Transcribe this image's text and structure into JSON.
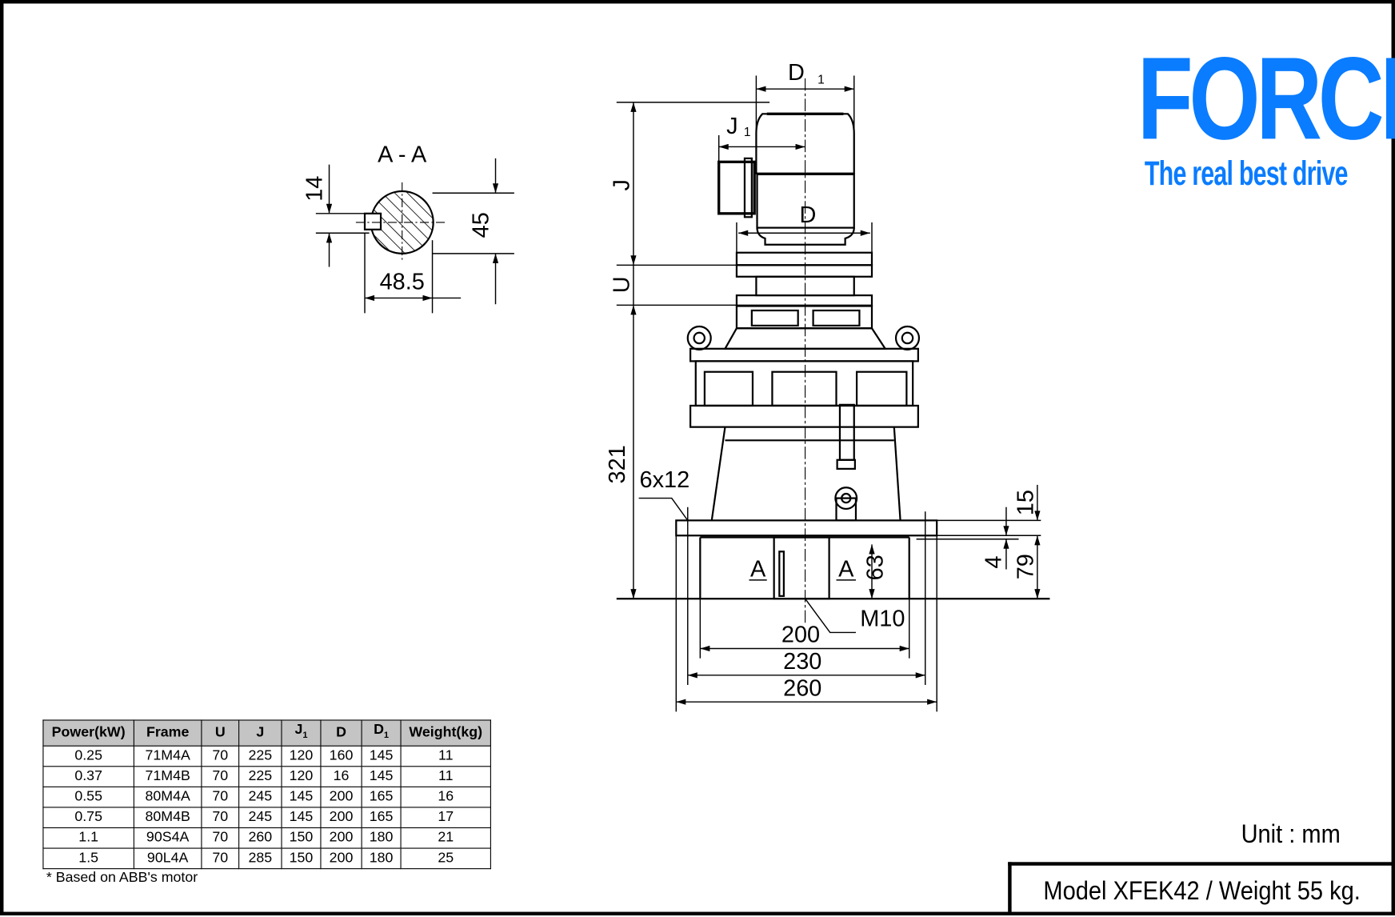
{
  "logo": {
    "brand": "FORCE",
    "tagline": "The real best drive",
    "color": "#0a7cff"
  },
  "section": {
    "title": "A - A",
    "dim_key": "14",
    "dim_height": "45",
    "dim_width": "48.5"
  },
  "drawing": {
    "d1": "D",
    "d1_sub": "1",
    "j1": "J",
    "j1_sub": "1",
    "d": "D",
    "j": "J",
    "u": "U",
    "h321": "321",
    "holes": "6x12",
    "sec_a_left": "A",
    "sec_a_right": "A",
    "h63": "63",
    "h15": "15",
    "h4": "4",
    "h79": "79",
    "m10": "M10",
    "w200": "200",
    "w230": "230",
    "w260": "260"
  },
  "table": {
    "headers": [
      "Power(kW)",
      "Frame",
      "U",
      "J",
      "J1",
      "D",
      "D1",
      "Weight(kg)"
    ],
    "rows": [
      [
        "0.25",
        "71M4A",
        "70",
        "225",
        "120",
        "160",
        "145",
        "11"
      ],
      [
        "0.37",
        "71M4B",
        "70",
        "225",
        "120",
        "16",
        "145",
        "11"
      ],
      [
        "0.55",
        "80M4A",
        "70",
        "245",
        "145",
        "200",
        "165",
        "16"
      ],
      [
        "0.75",
        "80M4B",
        "70",
        "245",
        "145",
        "200",
        "165",
        "17"
      ],
      [
        "1.1",
        "90S4A",
        "70",
        "260",
        "150",
        "200",
        "180",
        "21"
      ],
      [
        "1.5",
        "90L4A",
        "70",
        "285",
        "150",
        "200",
        "180",
        "25"
      ]
    ],
    "footnote": "* Based on ABB's motor"
  },
  "unit": "Unit : mm",
  "model": "Model XFEK42 / Weight 55 kg."
}
